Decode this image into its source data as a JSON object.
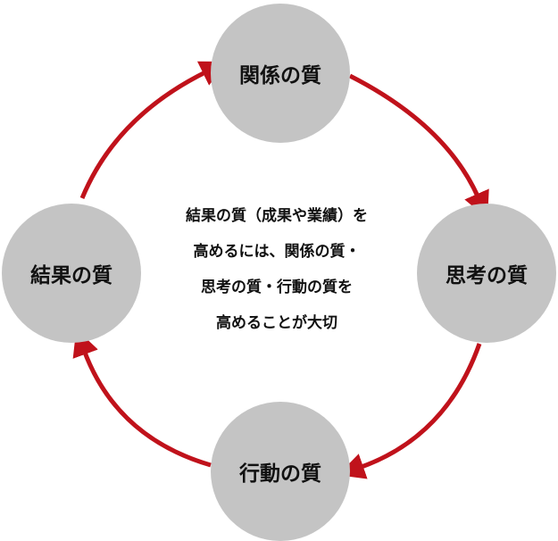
{
  "nodes": {
    "top": "関係の質",
    "right": "思考の質",
    "bottom": "行動の質",
    "left": "結果の質"
  },
  "center_text": [
    "結果の質（成果や業績）を",
    "高めるには、関係の質・",
    "思考の質・行動の質を",
    "高めることが大切"
  ],
  "colors": {
    "node_fill": "#c4c4c4",
    "arrow": "#c0121b",
    "text": "#111111"
  }
}
